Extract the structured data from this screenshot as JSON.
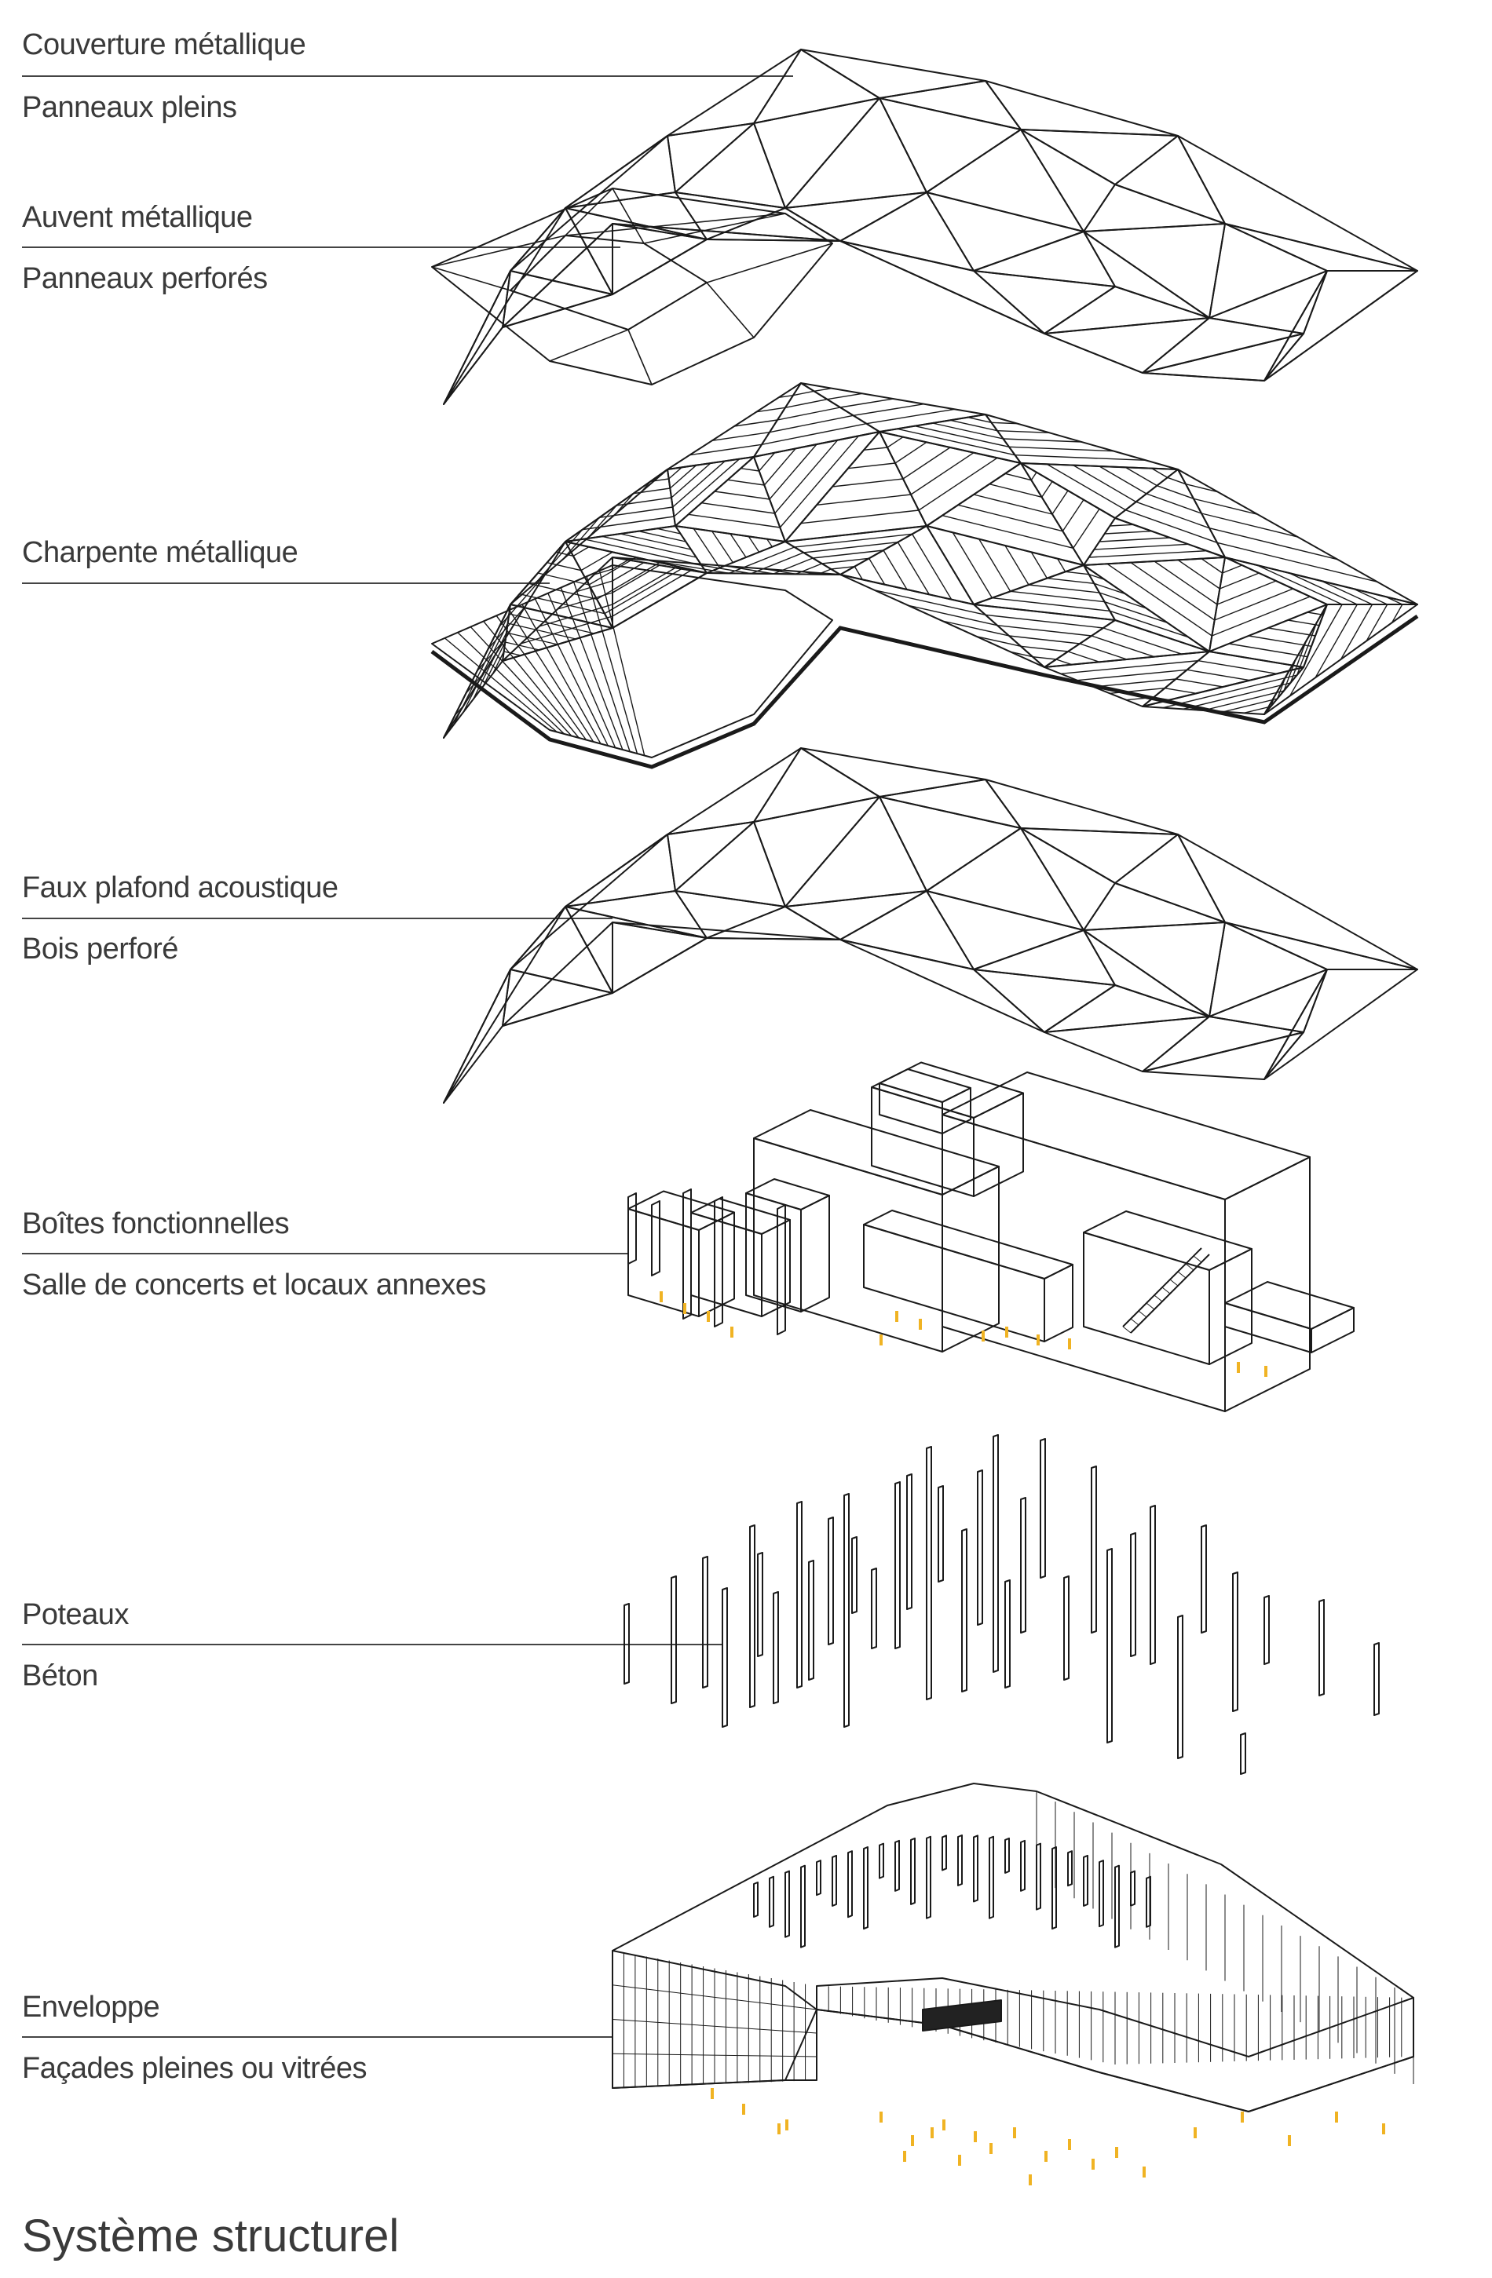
{
  "layers": [
    {
      "name": "Couverture métallique",
      "sub": "Panneaux pleins"
    },
    {
      "name": "Auvent métallique",
      "sub": "Panneaux perforés"
    },
    {
      "name": "Charpente métallique",
      "sub": ""
    },
    {
      "name": "Faux plafond acoustique",
      "sub": "Bois perforé"
    },
    {
      "name": "Boîtes fonctionnelles",
      "sub": "Salle de concerts et locaux annexes"
    },
    {
      "name": "Poteaux",
      "sub": "Béton"
    },
    {
      "name": "Enveloppe",
      "sub": "Façades pleines ou vitrées"
    }
  ],
  "title": "Système structurel",
  "colors": {
    "line": "#1a1a1a",
    "leader": "#444444",
    "text": "#3a3a3a",
    "people": "#f0b323"
  }
}
